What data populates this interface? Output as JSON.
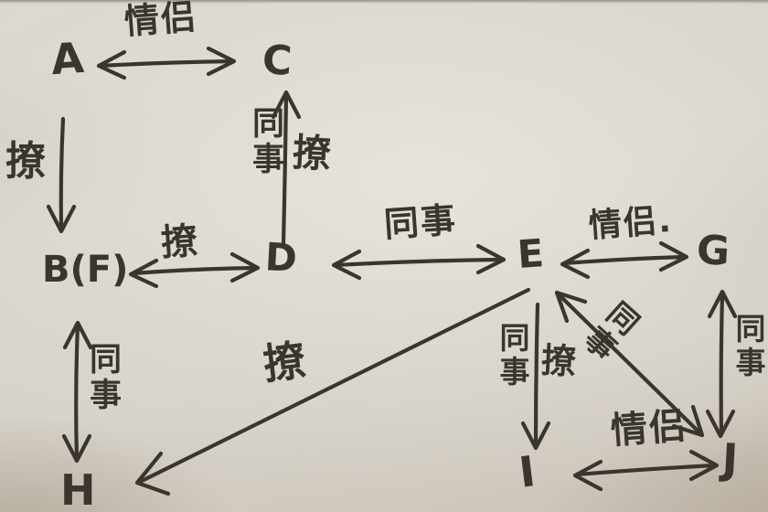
{
  "diagram": {
    "kind": "hand-drawn relationship graph on paper",
    "ink_color": "#3a352e",
    "paper_color": "#d9d5ce"
  },
  "nodes": {
    "a": "A",
    "b": "B(F)",
    "c": "C",
    "d": "D",
    "e": "E",
    "g": "G",
    "h": "H",
    "i": "I",
    "j": "J"
  },
  "edges": {
    "ac": {
      "label": "情侣",
      "type": "double-arrow"
    },
    "ab": {
      "label": "撩",
      "type": "arrow-down"
    },
    "dc": {
      "label_left": "同事",
      "label_right": "撩",
      "type": "arrow-up"
    },
    "bd": {
      "label": "撩",
      "type": "double-arrow"
    },
    "de": {
      "label": "同事",
      "type": "double-arrow"
    },
    "eg": {
      "label": "情侣.",
      "type": "double-arrow"
    },
    "bh": {
      "label": "同事",
      "type": "double-arrow"
    },
    "eh": {
      "label": "撩",
      "type": "arrow-to-h"
    },
    "ei": {
      "label_left": "同事",
      "label_right": "撩",
      "type": "arrow-down"
    },
    "ej": {
      "label": "同事",
      "type": "double-arrow"
    },
    "gj": {
      "label": "同事",
      "type": "double-arrow"
    },
    "ij": {
      "label": "情侣",
      "type": "double-arrow"
    }
  }
}
